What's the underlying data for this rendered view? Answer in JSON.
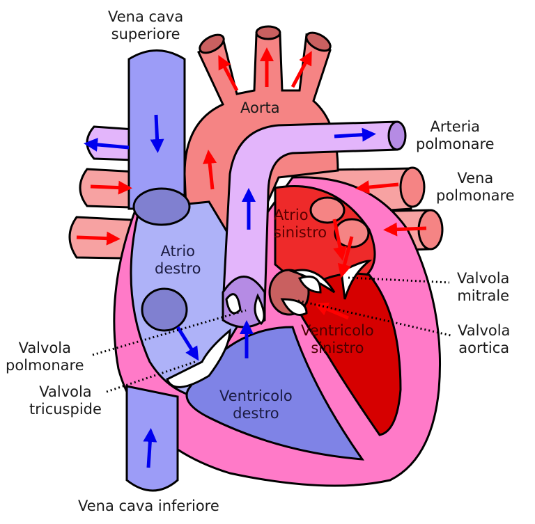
{
  "diagram": {
    "title": "Heart anatomy (Italian labels)",
    "colors": {
      "deoxygenated_vein": "#9c9cf7",
      "deoxygenated_chamber": "#aeb2f8",
      "right_ventricle": "#7f83e6",
      "pulmonary_artery": "#e3b5fb",
      "pulmonary_valve_area": "#b58be4",
      "aorta": "#f58484",
      "pulmonary_vein": "#f7a2a2",
      "left_atrium": "#ee2a2a",
      "left_ventricle": "#d60000",
      "myocardium": "#ff7ac8",
      "valve": "#ffffff",
      "blue_arrow": "#0000ee",
      "red_arrow": "#ff0000",
      "outline": "#000000"
    },
    "labels": {
      "vena_cava_superiore": "Vena cava\nsuperiore",
      "aorta": "Aorta",
      "arteria_polmonare": "Arteria\npolmonare",
      "vena_polmonare": "Vena\npolmonare",
      "atrio_sinistro": "Atrio\nsinistro",
      "atrio_destro": "Atrio\ndestro",
      "valvola_mitrale": "Valvola\nmitrale",
      "valvola_aortica": "Valvola\naortica",
      "valvola_polmonare": "Valvola\npolmonare",
      "valvola_tricuspide": "Valvola\ntricuspide",
      "ventricolo_sinistro": "Ventricolo\nsinistro",
      "ventricolo_destro": "Ventricolo\ndestro",
      "vena_cava_inferiore": "Vena cava inferiore"
    }
  }
}
